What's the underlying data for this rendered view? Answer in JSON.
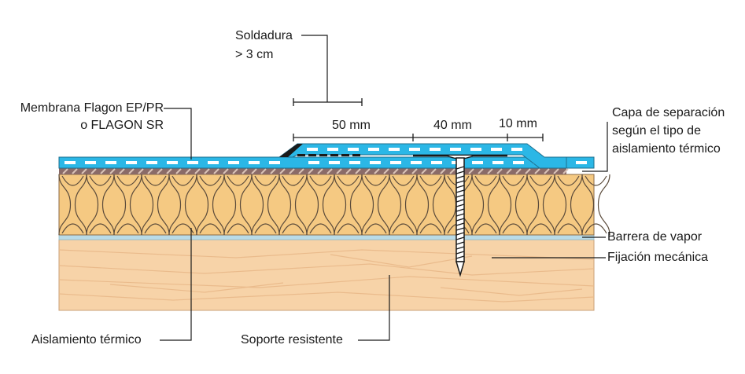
{
  "labels": {
    "soldadura_1": "Soldadura",
    "soldadura_2": "> 3 cm",
    "membrana_1": "Membrana Flagon EP/PR",
    "membrana_2": "o FLAGON SR",
    "dim_50": "50 mm",
    "dim_40": "40 mm",
    "dim_10": "10 mm",
    "capa_1": "Capa de separación",
    "capa_2": "según el tipo de",
    "capa_3": "aislamiento térmico",
    "barrera": "Barrera de vapor",
    "fijacion": "Fijación mecánica",
    "aislamiento": "Aislamiento térmico",
    "soporte": "Soporte resistente"
  },
  "colors": {
    "membrane": "#2bb7e6",
    "membrane_dash": "#ffffff",
    "insulation": "#f5c982",
    "insulation_line": "#5a4a3a",
    "support": "#f7d3a8",
    "vapor_barrier": "#b9dbe7",
    "separation_layer": "#8a6b68",
    "line": "#1a1a1a"
  }
}
